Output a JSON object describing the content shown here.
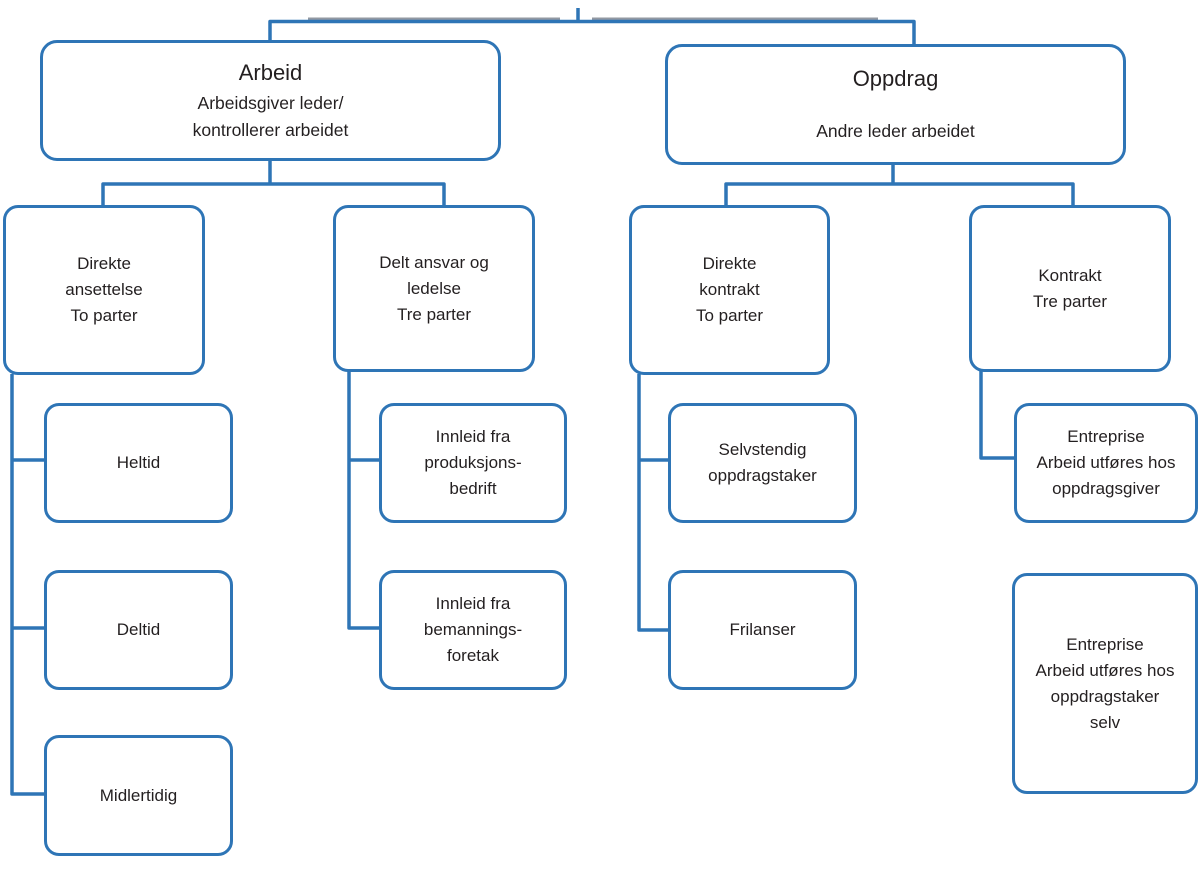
{
  "colors": {
    "accent_blue": "#2e75b6",
    "cropped_line_gray": "#9298a2",
    "text": "#231f20",
    "background": "#ffffff"
  },
  "nodes": {
    "arbeid": {
      "title": "Arbeid",
      "subtitle": "Arbeidsgiver leder/\nkontrollerer arbeidet"
    },
    "oppdrag": {
      "title": "Oppdrag",
      "subtitle": "Andre leder arbeidet"
    },
    "direkte_ansettelse": {
      "label": "Direkte\nansettelse\nTo parter"
    },
    "delt_ansvar": {
      "label": "Delt ansvar og\nledelse\nTre parter"
    },
    "direkte_kontrakt": {
      "label": "Direkte\nkontrakt\nTo parter"
    },
    "kontrakt": {
      "label": "Kontrakt\nTre parter"
    },
    "heltid": {
      "label": "Heltid"
    },
    "deltid": {
      "label": "Deltid"
    },
    "midlertidig": {
      "label": "Midlertidig"
    },
    "innleid_produksjon": {
      "label": "Innleid fra\nproduksjons-\nbedrift"
    },
    "innleid_bemanning": {
      "label": "Innleid fra\nbemannings-\nforetak"
    },
    "selvstendig": {
      "label": "Selvstendig\noppdragstaker"
    },
    "frilanser": {
      "label": "Frilanser"
    },
    "entreprise_oppdragsgiver": {
      "label": "Entreprise\nArbeid utføres hos\noppdragsgiver"
    },
    "entreprise_oppdragstaker": {
      "label": "Entreprise\nArbeid utføres hos\noppdragstaker\nselv"
    }
  }
}
